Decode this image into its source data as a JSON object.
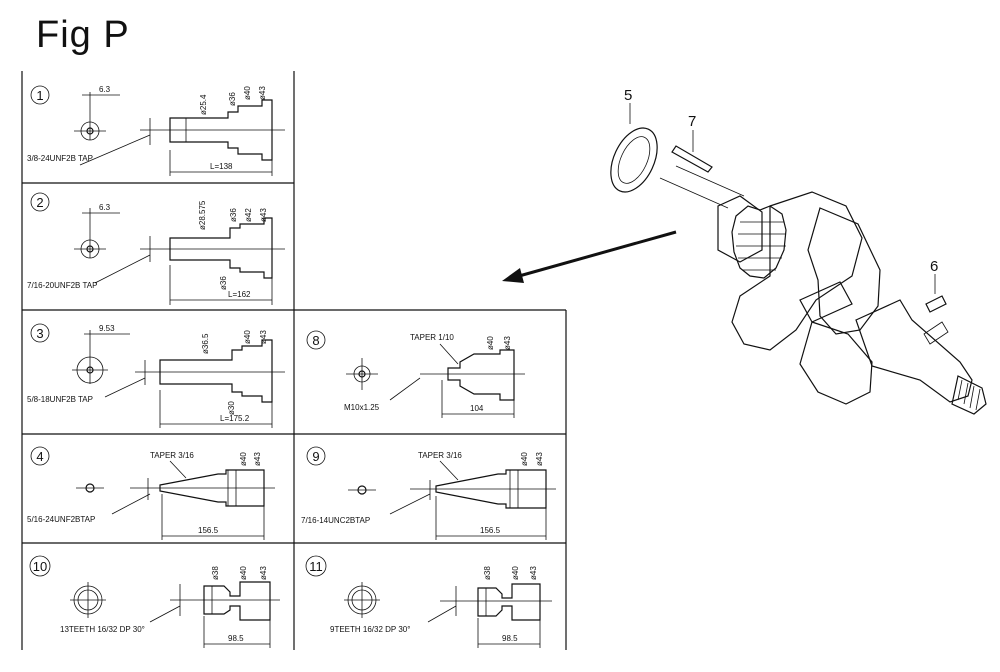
{
  "figure_title": "Fig P",
  "callouts": {
    "part5": "5",
    "part6": "6",
    "part7": "7"
  },
  "panels": [
    {
      "index": "1",
      "thread": "3/8-24UNF2B TAP",
      "offset": "6.3",
      "length": "L=138",
      "diameters": [
        "ø25.4",
        "ø36",
        "ø40",
        "ø43"
      ]
    },
    {
      "index": "2",
      "thread": "7/16-20UNF2B TAP",
      "offset": "6.3",
      "length": "L=162",
      "diameters": [
        "ø28.575",
        "ø36",
        "ø42",
        "ø43"
      ],
      "extra_diameter": "ø36"
    },
    {
      "index": "3",
      "thread": "5/8-18UNF2B TAP",
      "offset": "9.53",
      "length": "L=175.2",
      "diameters": [
        "ø36.5",
        "ø40",
        "ø43"
      ],
      "extra_diameter": "ø30"
    },
    {
      "index": "4",
      "thread": "5/16-24UNF2BTAP",
      "taper": "TAPER 3/16",
      "length": "156.5",
      "diameters": [
        "ø40",
        "ø43"
      ]
    },
    {
      "index": "8",
      "thread": "M10x1.25",
      "taper": "TAPER 1/10",
      "length": "104",
      "diameters": [
        "ø40",
        "ø43"
      ]
    },
    {
      "index": "9",
      "thread": "7/16-14UNC2BTAP",
      "taper": "TAPER 3/16",
      "length": "156.5",
      "diameters": [
        "ø40",
        "ø43"
      ]
    },
    {
      "index": "10",
      "thread": "13TEETH 16/32 DP 30°",
      "length": "98.5",
      "diameters": [
        "ø38",
        "ø40",
        "ø43"
      ]
    },
    {
      "index": "11",
      "thread": "9TEETH 16/32 DP 30°",
      "length": "98.5",
      "diameters": [
        "ø38",
        "ø40",
        "ø43"
      ]
    }
  ]
}
